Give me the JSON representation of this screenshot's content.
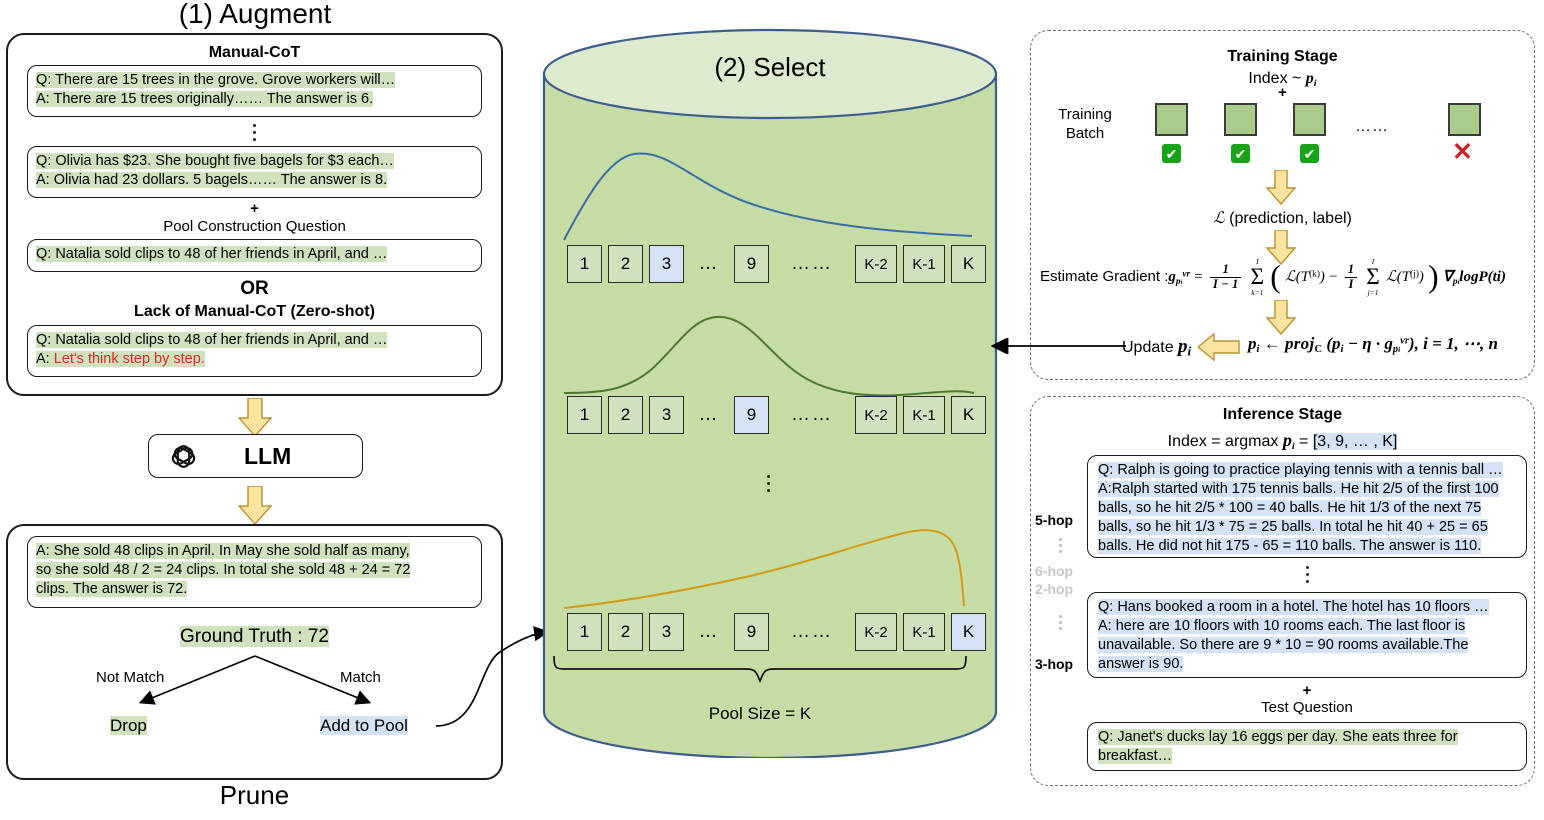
{
  "augment": {
    "title": "(1) Augment",
    "manual_cot_label": "Manual-CoT",
    "example1": {
      "q": "Q: There are 15 trees in the grove. Grove workers will…",
      "a": "A: There are 15 trees originally…… The answer is 6."
    },
    "example2": {
      "q": "Q: Olivia has $23. She bought five bagels for $3 each…",
      "a": "A: Olivia had 23 dollars. 5 bagels…… The answer is 8."
    },
    "plus": "+",
    "pool_construction_label": "Pool Construction Question",
    "pool_question": "Q: Natalia sold clips to 48 of her friends in April, and …",
    "or_label": "OR",
    "zeroshot_label": "Lack of Manual-CoT (Zero-shot)",
    "zeroshot": {
      "q": "Q: Natalia sold clips to 48 of her friends in April, and …",
      "a_prefix": "A: ",
      "a_red": "Let's think step by step."
    },
    "llm_label": "LLM"
  },
  "prune": {
    "answer_l1": "A: She sold 48 clips in April. In May she sold half as many,",
    "answer_l2": "so she sold 48 / 2 = 24 clips. In total she sold 48 + 24 = 72",
    "answer_l3": "clips. The answer is 72.",
    "ground_truth": "Ground Truth : 72",
    "not_match_label": "Not Match",
    "match_label": "Match",
    "drop_label": "Drop",
    "add_to_pool_label": "Add to Pool",
    "footer": "Prune"
  },
  "select": {
    "title": "(2) Select",
    "pool_size_label": "Pool Size = K",
    "rows": [
      {
        "curve_color": "#3b6ea5",
        "items": [
          "1",
          "2",
          "3",
          "…",
          "9",
          "……",
          "K-2",
          "K-1",
          "K"
        ],
        "selected_index": 2
      },
      {
        "curve_color": "#4a7a2c",
        "items": [
          "1",
          "2",
          "3",
          "…",
          "9",
          "……",
          "K-2",
          "K-1",
          "K"
        ],
        "selected_index": 4
      },
      {
        "curve_color": "#d39a16",
        "items": [
          "1",
          "2",
          "3",
          "…",
          "9",
          "……",
          "K-2",
          "K-1",
          "K"
        ],
        "selected_index": 8
      }
    ]
  },
  "training": {
    "title": "Training Stage",
    "index_prefix": "Index ~ ",
    "index_symbol": "p",
    "index_sub": "i",
    "plus": "+",
    "batch_label_l1": "Training",
    "batch_label_l2": "Batch",
    "batch_dots": "……",
    "check_glyph": "✔",
    "cross_glyph": "✕",
    "loss_label": "(prediction, label)",
    "loss_symbol": "ℒ",
    "estimate_label": "Estimate Gradient :",
    "update_label": "Update "
  },
  "inference": {
    "title": "Inference Stage",
    "index_line_prefix": "Index = argmax ",
    "index_symbol": "p",
    "index_sub": "i",
    "index_eq": " = ",
    "index_value": "[3, 9, … , K]",
    "hop_5": "5-hop",
    "hop_6": "6-hop",
    "hop_2": "2-hop",
    "hop_3": "3-hop",
    "example_5hop": "Q: Ralph is going to practice playing tennis with a tennis ball … A:Ralph started with 175 tennis balls. He hit 2/5 of the first 100 balls, so he hit 2/5 * 100 = 40 balls. He hit 1/3 of the next 75 balls, so he hit 1/3 * 75 = 25 balls. In total he hit 40 + 25 = 65 balls. He did not hit 175 - 65 = 110 balls. The answer is 110.",
    "example_5hop_lines": [
      "Q: Ralph is going to practice playing tennis with a tennis ball …",
      "A:Ralph started with 175 tennis balls. He hit 2/5 of the first 100",
      "balls, so he hit 2/5 * 100 = 40 balls. He hit 1/3 of the next 75",
      "balls, so he hit 1/3 * 75 = 25 balls. In total he hit 40 + 25 = 65",
      "balls. He did not hit 175 - 65 = 110 balls. The answer is 110."
    ],
    "example_3hop_lines": [
      "Q: Hans booked a room in a hotel. The hotel has 10 floors …",
      "A: here are 10 floors with 10 rooms each. The last floor is",
      "unavailable. So there are 9 * 10 = 90 rooms available.The",
      "answer is 90."
    ],
    "plus": "+",
    "test_question_label": "Test Question",
    "test_question_lines": [
      "Q: Janet's ducks lay 16 eggs per day. She eats three for",
      "breakfast…"
    ]
  },
  "colors": {
    "highlight_green": "#cfe2bd",
    "highlight_blue": "#d3e2f4",
    "cylinder_body": "#c5dca5",
    "cylinder_top": "#dcebcd",
    "cylinder_stroke": "#3b5e8c",
    "arrow_yellow": "#fbe3a0",
    "red_text": "#e8262a",
    "check_green": "#18a318",
    "cross_red": "#cc2127"
  }
}
